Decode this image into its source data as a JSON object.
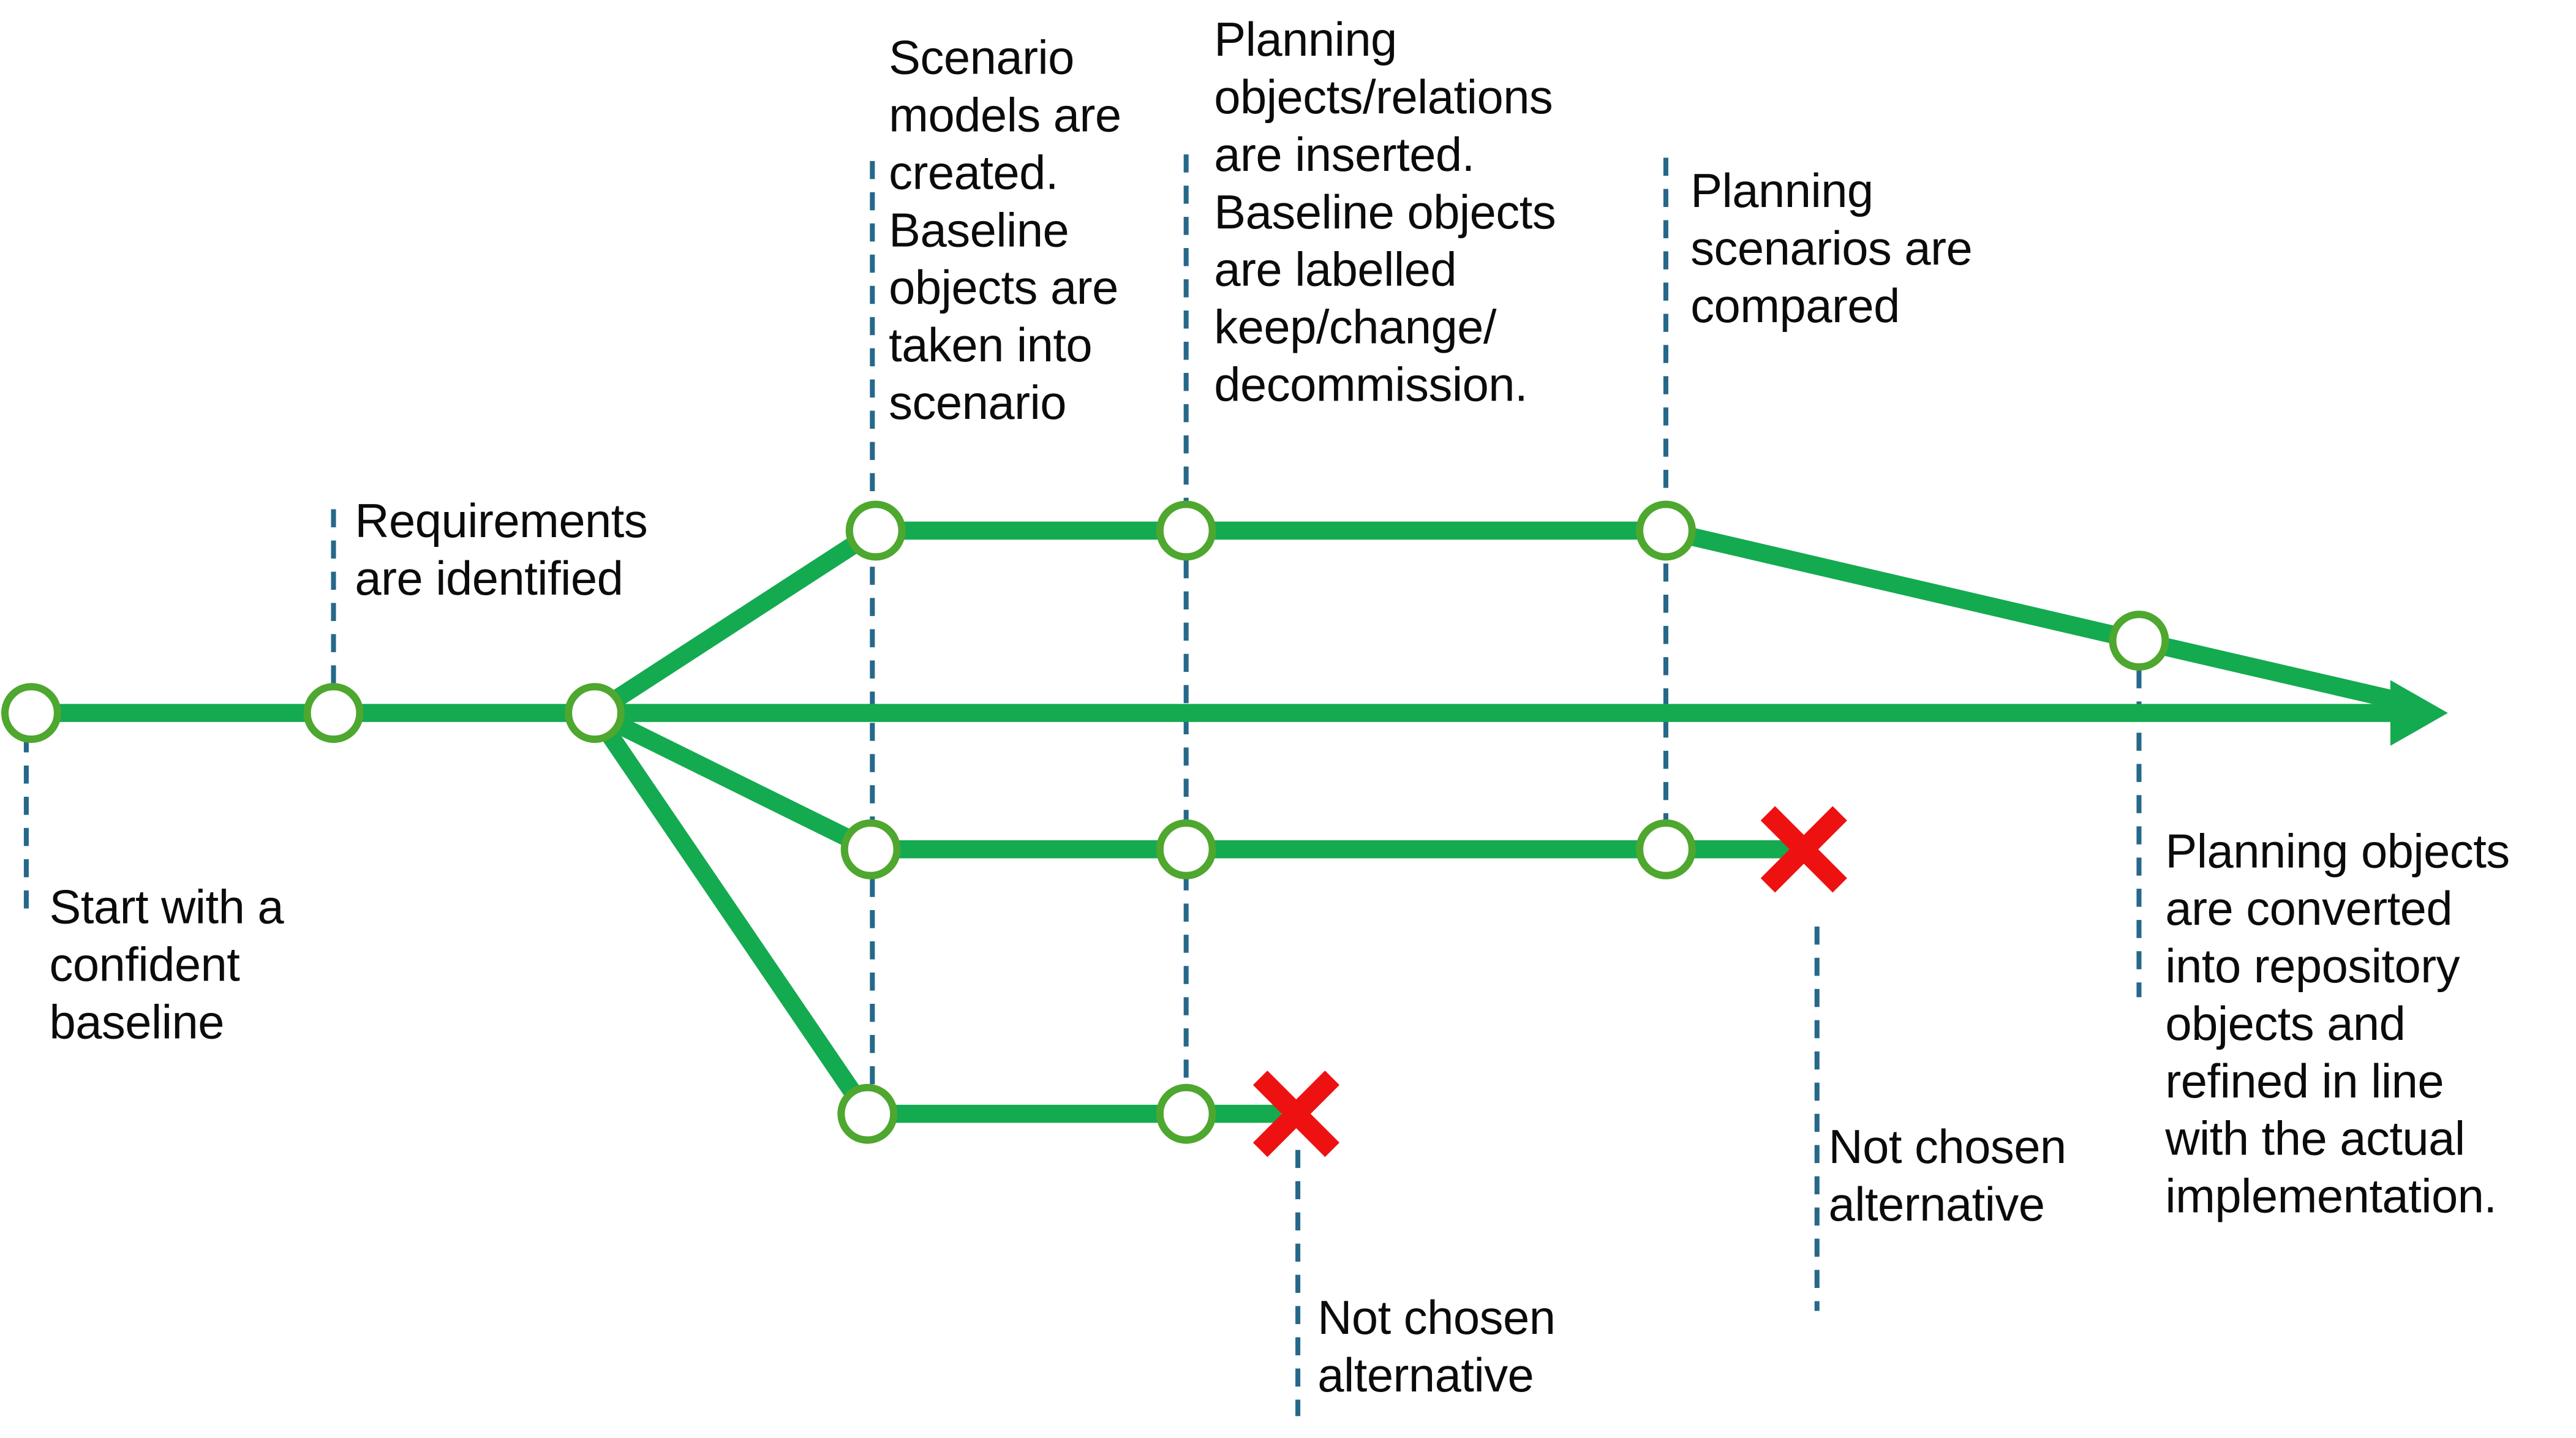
{
  "colors": {
    "line_green": "#14aa50",
    "node_green": "#4ea72e",
    "leader_teal": "#26688a",
    "cross_red": "#ee1111",
    "text": "#0b0b0b",
    "background": "#ffffff"
  },
  "labels": {
    "start_baseline": "Start with a\nconfident\nbaseline",
    "requirements": "Requirements\nare identified",
    "scenario_models": "Scenario\nmodels are\ncreated.\nBaseline\nobjects are\ntaken into\nscenario",
    "planning_objects_inserted": "Planning\nobjects/relations\nare inserted.\nBaseline objects\nare labelled\nkeep/change/\ndecommission.",
    "planning_scenarios_compared": "Planning\nscenarios are\ncompared",
    "not_chosen_alternative_upper": "Not chosen\nalternative",
    "not_chosen_alternative_lower": "Not chosen\nalternative",
    "planning_objects_converted": "Planning objects\nare converted\ninto repository\nobjects and\nrefined in line\nwith the actual\nimplementation."
  }
}
